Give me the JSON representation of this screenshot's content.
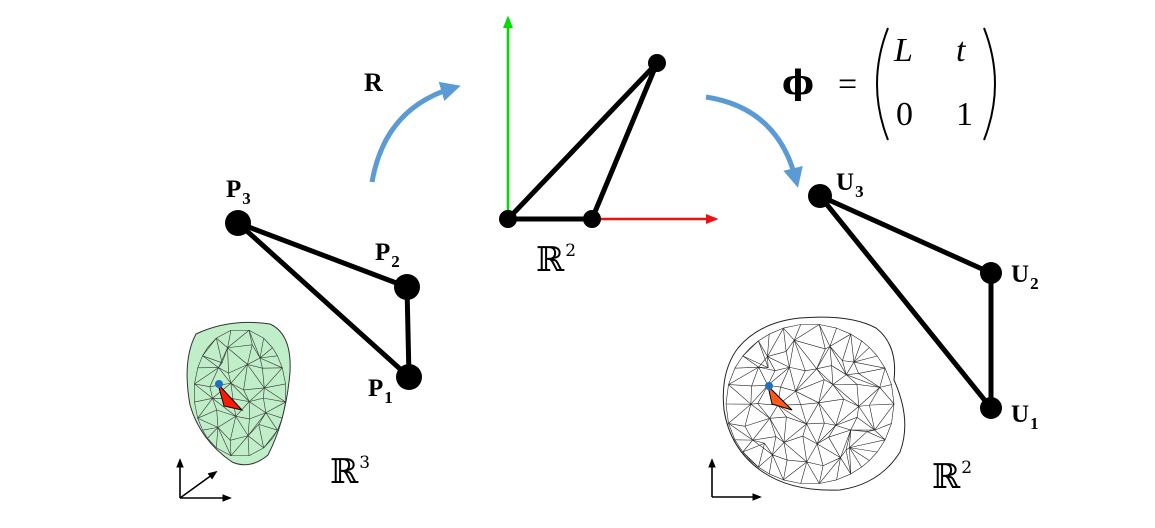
{
  "labels": {
    "p1": "P",
    "p1_sub": "1",
    "p2": "P",
    "p2_sub": "2",
    "p3": "P",
    "p3_sub": "3",
    "u1": "U",
    "u1_sub": "1",
    "u2": "U",
    "u2_sub": "2",
    "u3": "U",
    "u3_sub": "3",
    "rotation": "R",
    "space_r3": "ℝ",
    "space_r3_sup": "3",
    "space_r2_center": "ℝ",
    "space_r2_center_sup": "2",
    "space_r2_right": "ℝ",
    "space_r2_right_sup": "2"
  },
  "formula": {
    "symbol": "ϕ",
    "equals": "=",
    "m11": "L",
    "m12": "t",
    "m21": "0",
    "m22": "1"
  },
  "colors": {
    "triangle": "#000000",
    "arrow": "#5b9bd5",
    "axis_y": "#00dd00",
    "axis_x": "#ee1111",
    "mesh_fill": "#bfeec8",
    "mesh_line": "#222222",
    "highlight_triangle": "#ff1a00",
    "highlight_vertex": "#1f6fbf"
  }
}
